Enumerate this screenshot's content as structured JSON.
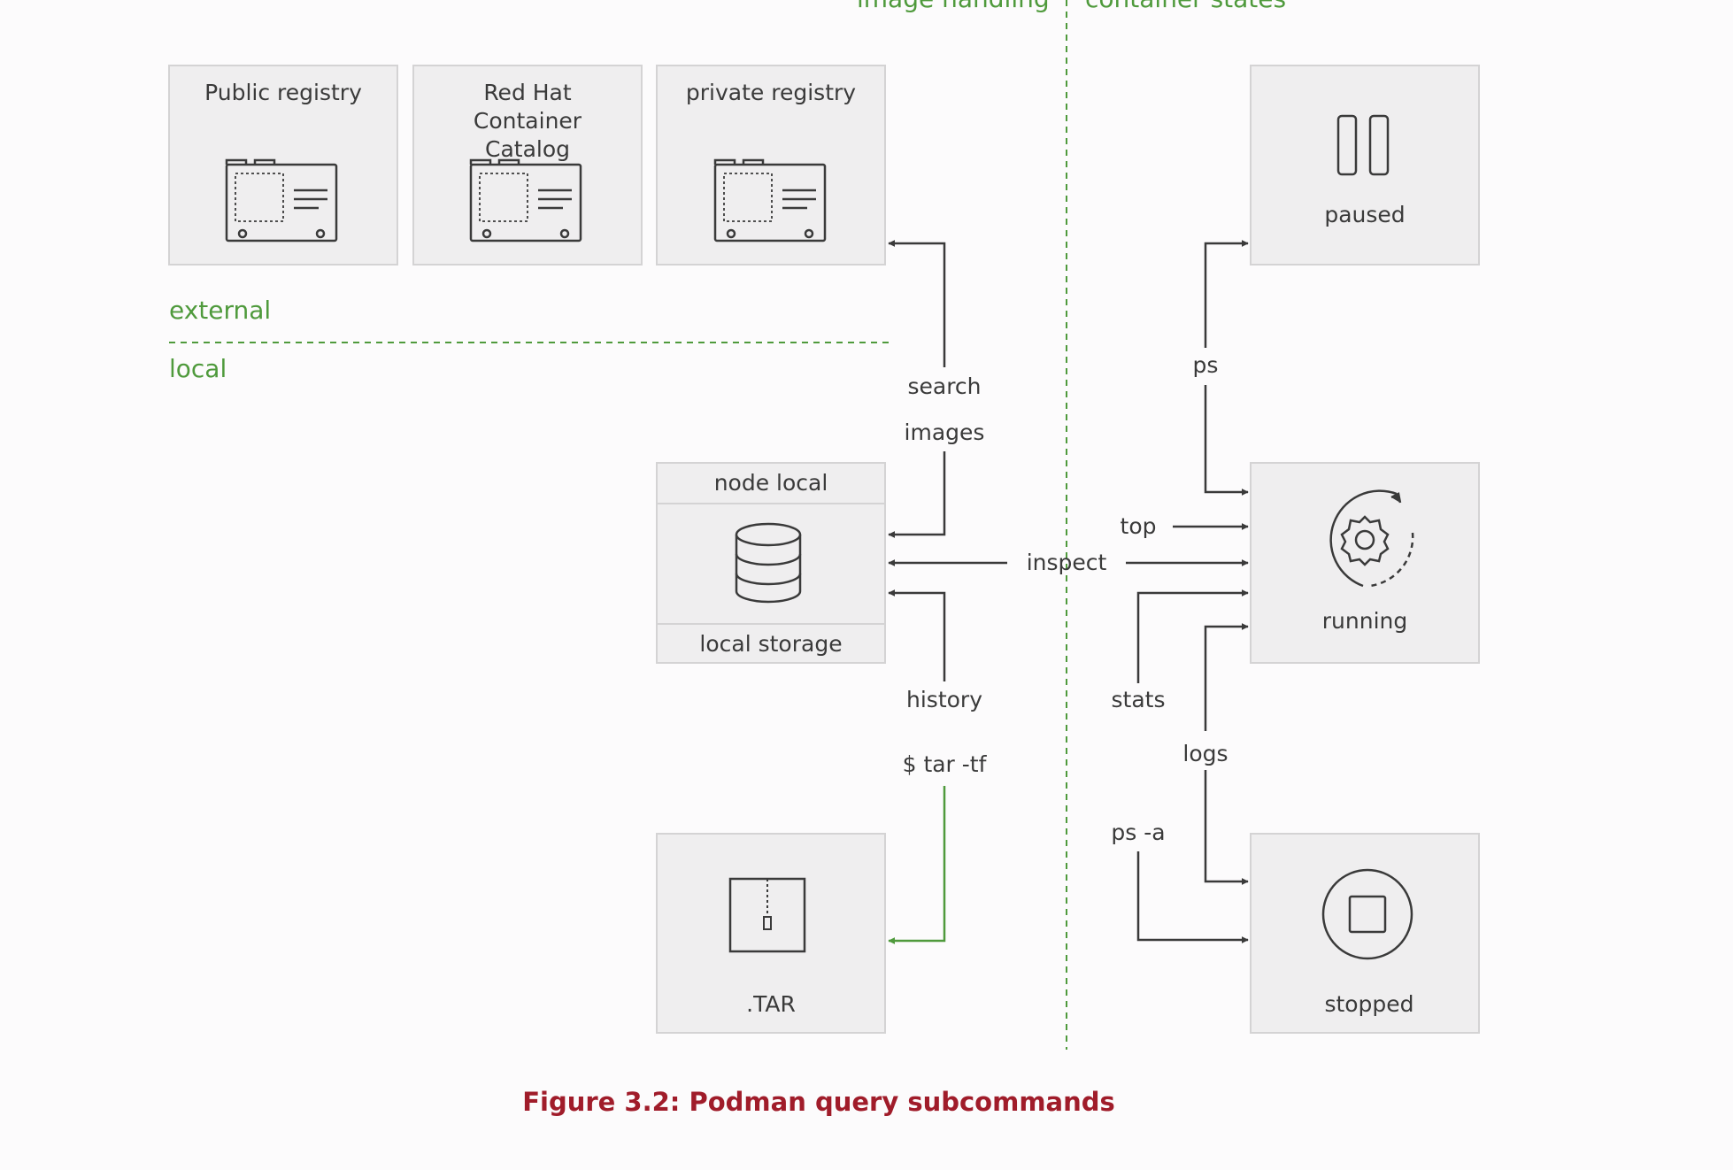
{
  "figure": {
    "caption": "Figure 3.2: Podman query subcommands",
    "header_left": "image handling",
    "header_right": "container states",
    "zone_external": "external",
    "zone_local": "local"
  },
  "registries": {
    "public": "Public registry",
    "redhat": "Red Hat Container Catalog",
    "private": "private registry"
  },
  "storage": {
    "top": "node local",
    "bottom": "local storage"
  },
  "tar": {
    "label": ".TAR"
  },
  "states": {
    "paused": "paused",
    "running": "running",
    "stopped": "stopped"
  },
  "commands": {
    "search": "search",
    "images": "images",
    "inspect": "inspect",
    "history": "history",
    "tar": "$ tar -tf",
    "ps": "ps",
    "top": "top",
    "stats": "stats",
    "logs": "logs",
    "ps_a": "ps -a"
  },
  "colors": {
    "accent_green": "#4f9a3c",
    "caption_red": "#a01c2a",
    "box_fill": "#efeeef",
    "line": "#3a3a3a"
  }
}
